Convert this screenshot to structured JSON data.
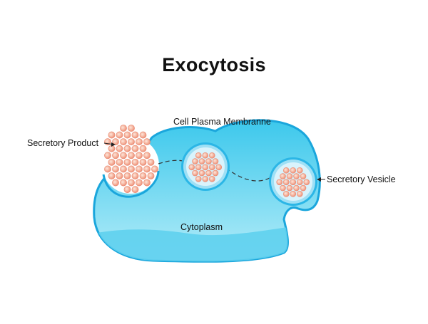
{
  "title": "Exocytosis",
  "labels": {
    "membrane": "Cell Plasma Membranne",
    "secretory_product": "Secretory Product",
    "cytoplasm": "Cytoplasm",
    "secretory_vesicle": "Secretory Vesicle"
  },
  "colors": {
    "cell_fill_top": "#3cc8ec",
    "cell_fill_bottom": "#aee9f7",
    "cell_outline": "#1aa6dc",
    "cytoplasm_band": "#5fd0ee",
    "vesicle_fill": "#d9f3fc",
    "vesicle_ring": "#2bb6e6",
    "particle": "#f2a58f",
    "particle_core": "#fde6dc"
  }
}
